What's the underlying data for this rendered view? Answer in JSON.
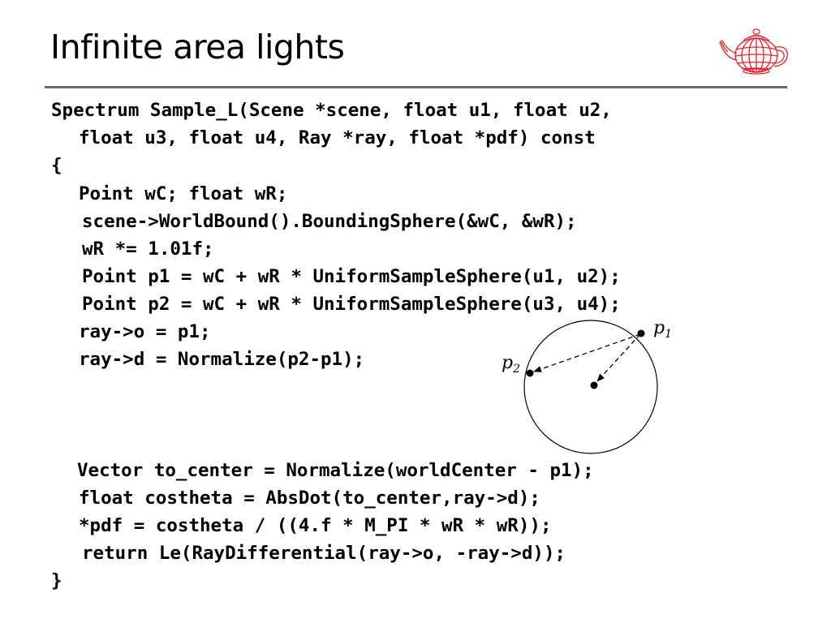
{
  "slide": {
    "title": "Infinite area lights"
  },
  "code": {
    "lines": [
      "Spectrum Sample_L(Scene *scene, float u1, float u2,",
      "float u3, float u4, Ray *ray, float *pdf) const",
      "{",
      "Point wC; float wR;",
      "scene->WorldBound().BoundingSphere(&wC, &wR);",
      "wR *= 1.01f;",
      "Point p1 = wC + wR * UniformSampleSphere(u1, u2);",
      "Point p2 = wC + wR * UniformSampleSphere(u3, u4);",
      "ray->o = p1;",
      "ray->d = Normalize(p2-p1);",
      "Vector to_center = Normalize(worldCenter - p1);",
      "float costheta = AbsDot(to_center,ray->d);",
      "*pdf = costheta / ((4.f * M_PI * wR * wR));",
      "return Le(RayDifferential(ray->o, -ray->d));",
      "}"
    ]
  },
  "diagram": {
    "p1_base": "p",
    "p1_sub": "1",
    "p2_base": "p",
    "p2_sub": "2"
  },
  "colors": {
    "accent_rule": "#6b6b6b",
    "logo": "#e8202a"
  },
  "icons": {
    "logo": "teapot-icon"
  }
}
